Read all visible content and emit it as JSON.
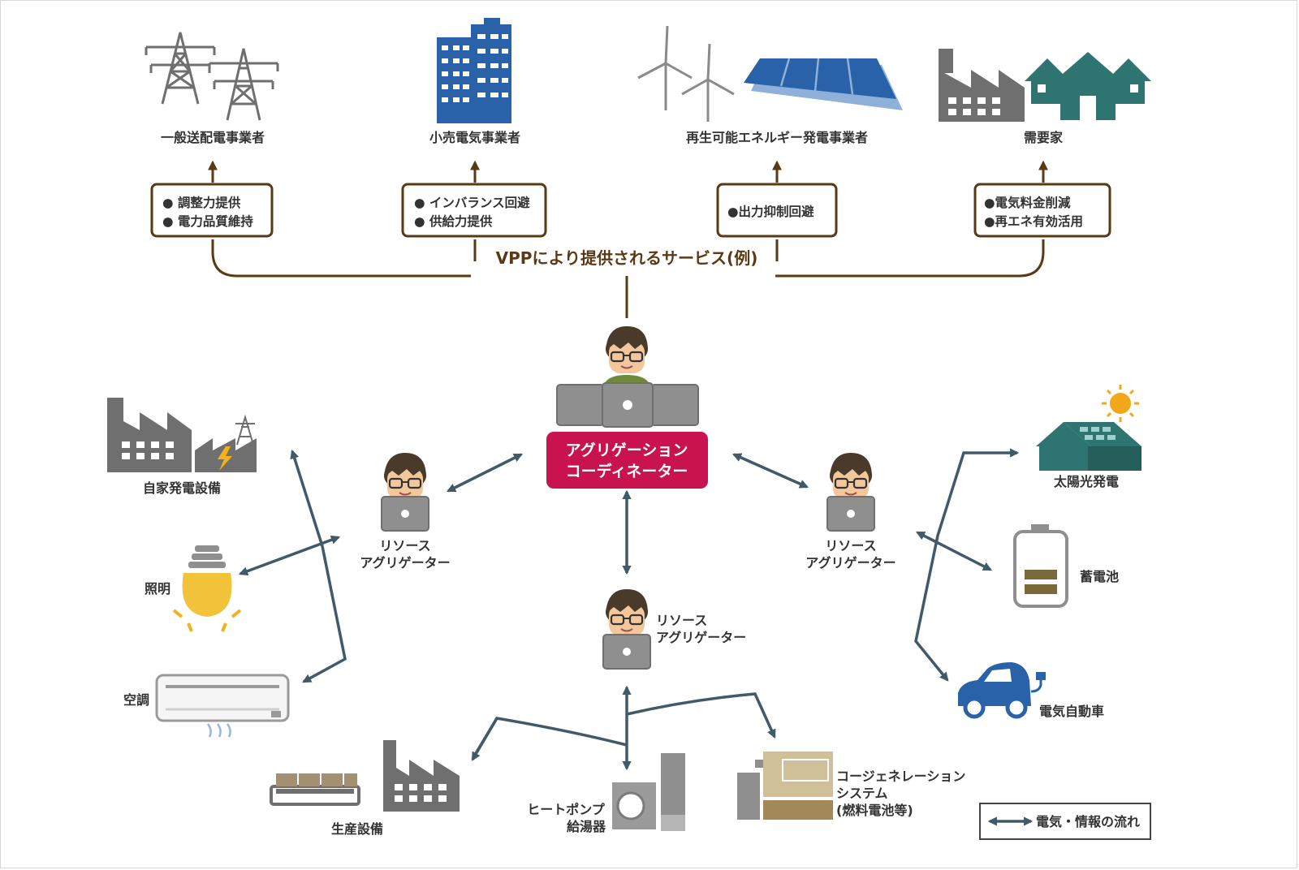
{
  "colors": {
    "brown": "#5a3a14",
    "arrow": "#415a6a",
    "coordinator_box": "#c8134e",
    "grey": "#6f6f6f",
    "teal": "#2e7471",
    "blue": "#2962a8",
    "battery": "#7a6a3a"
  },
  "top_row": {
    "transmission": "一般送配電事業者",
    "retail": "小売電気事業者",
    "renewable": "再生可能エネルギー発電事業者",
    "consumer": "需要家"
  },
  "services": {
    "header": "VPPにより提供されるサービス(例)",
    "box1": [
      "● 調整力提供",
      "● 電力品質維持"
    ],
    "box2": [
      "● インバランス回避",
      "● 供給力提供"
    ],
    "box3": [
      "●出力抑制回避"
    ],
    "box4": [
      "●電気料金削減",
      "●再エネ有効活用"
    ]
  },
  "coordinator": [
    "アグリゲーション",
    "コーディネーター"
  ],
  "aggregator_left": [
    "リソース",
    "アグリゲーター"
  ],
  "aggregator_right": [
    "リソース",
    "アグリゲーター"
  ],
  "aggregator_bottom": [
    "リソース",
    "アグリゲーター"
  ],
  "resources": {
    "self_power": "自家発電設備",
    "lighting": "照明",
    "aircon": "空調",
    "production": "生産設備",
    "heatpump": [
      "ヒートポンプ",
      "給湯器"
    ],
    "cogen": [
      "コージェネレーション",
      "システム",
      "(燃料電池等)"
    ],
    "solar": "太陽光発電",
    "battery": "蓄電池",
    "ev": "電気自動車"
  },
  "legend": "電気・情報の流れ"
}
